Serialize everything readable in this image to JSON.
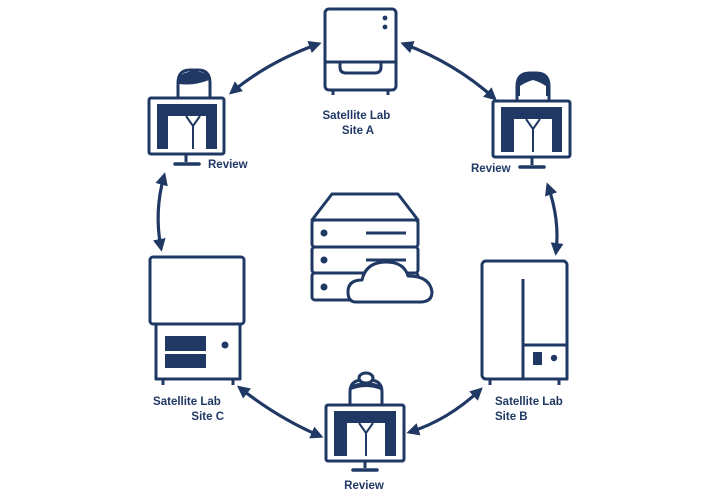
{
  "colors": {
    "primary": "#1f3864",
    "background": "#ffffff"
  },
  "nodes": {
    "lab_a": {
      "line1": "Satellite Lab",
      "line2": "Site A",
      "icon": "lab-instrument-icon"
    },
    "lab_b": {
      "line1": "Satellite Lab",
      "line2": "Site B",
      "icon": "lab-instrument-icon"
    },
    "lab_c": {
      "line1": "Satellite Lab",
      "line2": "Site C",
      "icon": "lab-instrument-icon"
    },
    "review_1": {
      "label": "Review",
      "icon": "reviewer-monitor-icon"
    },
    "review_2": {
      "label": "Review",
      "icon": "reviewer-monitor-icon"
    },
    "review_3": {
      "label": "Review",
      "icon": "reviewer-monitor-icon"
    },
    "central": {
      "icon": "cloud-server-icon"
    }
  },
  "edges": [
    [
      "review_1",
      "lab_a"
    ],
    [
      "lab_a",
      "review_2"
    ],
    [
      "review_2",
      "lab_b"
    ],
    [
      "lab_b",
      "review_3"
    ],
    [
      "review_3",
      "lab_c"
    ],
    [
      "lab_c",
      "review_1"
    ]
  ]
}
